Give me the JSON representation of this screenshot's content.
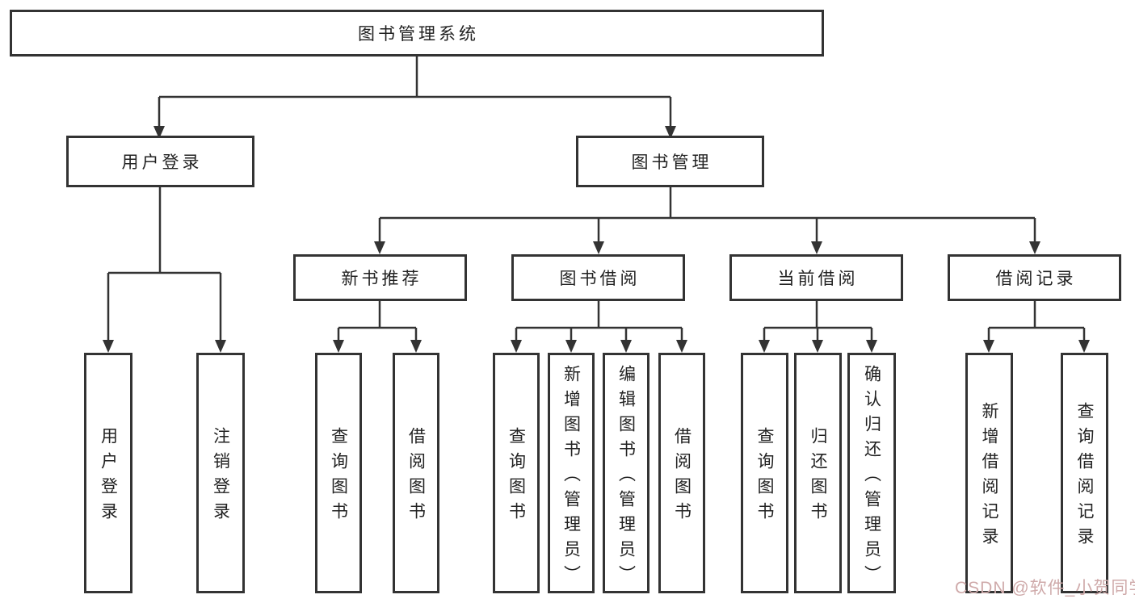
{
  "diagram": {
    "title": "图书管理系统",
    "root": "图书管理系统",
    "branches": {
      "user_login": "用户登录",
      "book_mgmt": "图书管理"
    },
    "modules": {
      "new_book_rec": "新书推荐",
      "book_borrow": "图书借阅",
      "current_borrow": "当前借阅",
      "borrow_records": "借阅记录"
    },
    "leaves": {
      "user_login": [
        "用户登录",
        "注销登录"
      ],
      "new_book_rec": [
        "查询图书",
        "借阅图书"
      ],
      "book_borrow": [
        "查询图书",
        "新增图书（管理员）",
        "编辑图书（管理员）",
        "借阅图书"
      ],
      "current_borrow": [
        "查询图书",
        "归还图书",
        "确认归还（管理员）"
      ],
      "borrow_records": [
        "新增借阅记录",
        "查询借阅记录"
      ]
    }
  },
  "watermark": "CSDN @软件_小贺同学",
  "colors": {
    "line": "#333333",
    "box_border": "#333333",
    "text": "#222222",
    "watermark": "#cfaaaa",
    "background": "#ffffff"
  }
}
